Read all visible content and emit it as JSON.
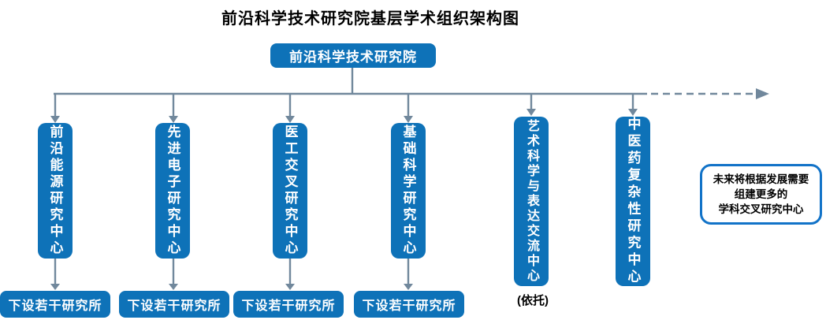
{
  "title": "前沿科学技术研究院基层学术组织架构图",
  "root": {
    "label": "前沿科学技术研究院"
  },
  "centers": [
    {
      "label": "前沿能源研究中心"
    },
    {
      "label": "先进电子研究中心"
    },
    {
      "label": "医工交叉研究中心"
    },
    {
      "label": "基础科学研究中心"
    },
    {
      "label": "艺术科学与表达交流中心"
    },
    {
      "label": "中医药复杂性研究中心"
    }
  ],
  "sub_boxes": [
    {
      "label": "下设若干研究所"
    },
    {
      "label": "下设若干研究所"
    },
    {
      "label": "下设若干研究所"
    },
    {
      "label": "下设若干研究所"
    }
  ],
  "annotations": {
    "reliance_note": "(依托)",
    "future_note_line1": "未来将根据发展需要",
    "future_note_line2": "组建更多的",
    "future_note_line3": "学科交叉研究中心"
  },
  "colors": {
    "box_fill": "#0E72B8",
    "box_text": "#FFFFFF",
    "connector": "#71889C",
    "future_box_border": "#1273C8",
    "text": "#000000"
  }
}
